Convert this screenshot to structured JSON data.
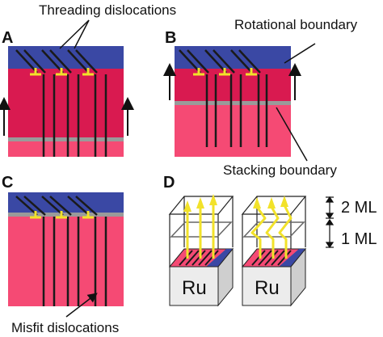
{
  "labels": {
    "threading": "Threading dislocations",
    "rotational": "Rotational boundary",
    "stacking": "Stacking boundary",
    "misfit": "Misfit dislocations",
    "ml_top": "2 ML",
    "ml_bottom": "1 ML"
  },
  "panels": {
    "a": "A",
    "b": "B",
    "c": "C",
    "d": "D"
  },
  "substrate": {
    "left": "Ru",
    "right": "Ru"
  },
  "colors": {
    "blue": "#3a48a4",
    "dark_pink": "#d91a50",
    "light_pink": "#f54a74",
    "gray_bar": "#9a9a9a",
    "yellow": "#f2e22a",
    "line": "#1a1a1a"
  },
  "icons": {
    "dislocation_symbol": "inverted-t-symbol",
    "arrow": "arrow-up-icon"
  }
}
